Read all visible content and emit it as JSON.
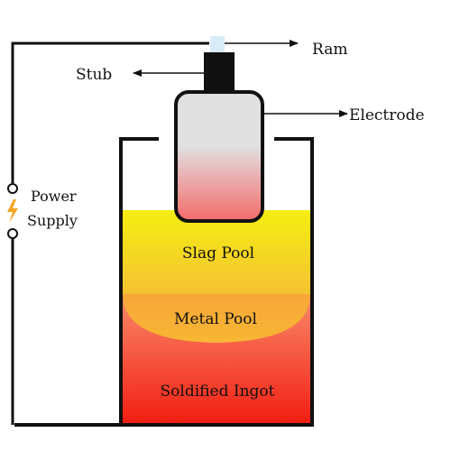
{
  "labels": {
    "ram": "Ram",
    "stub": "Stub",
    "electrode": "Electrode",
    "power_line1": "Power",
    "power_line2": "Supply",
    "slag_pool": "Slag Pool",
    "metal_pool": "Metal Pool",
    "ingot": "Soldified Ingot"
  },
  "colors": {
    "outline": "#111111",
    "slag_top": "#f4ee10",
    "slag_bottom": "#f5c233",
    "metal_pool": "#f7b733",
    "ingot_top": "#f98b6a",
    "ingot_bottom": "#f21e12",
    "electrode_grey": "#e0e0e0",
    "electrode_tip": "#f56b6b",
    "ram_cap": "#d8ecf8",
    "bolt": "#f5a623"
  },
  "icons": {
    "power": "lightning-bolt-icon"
  }
}
